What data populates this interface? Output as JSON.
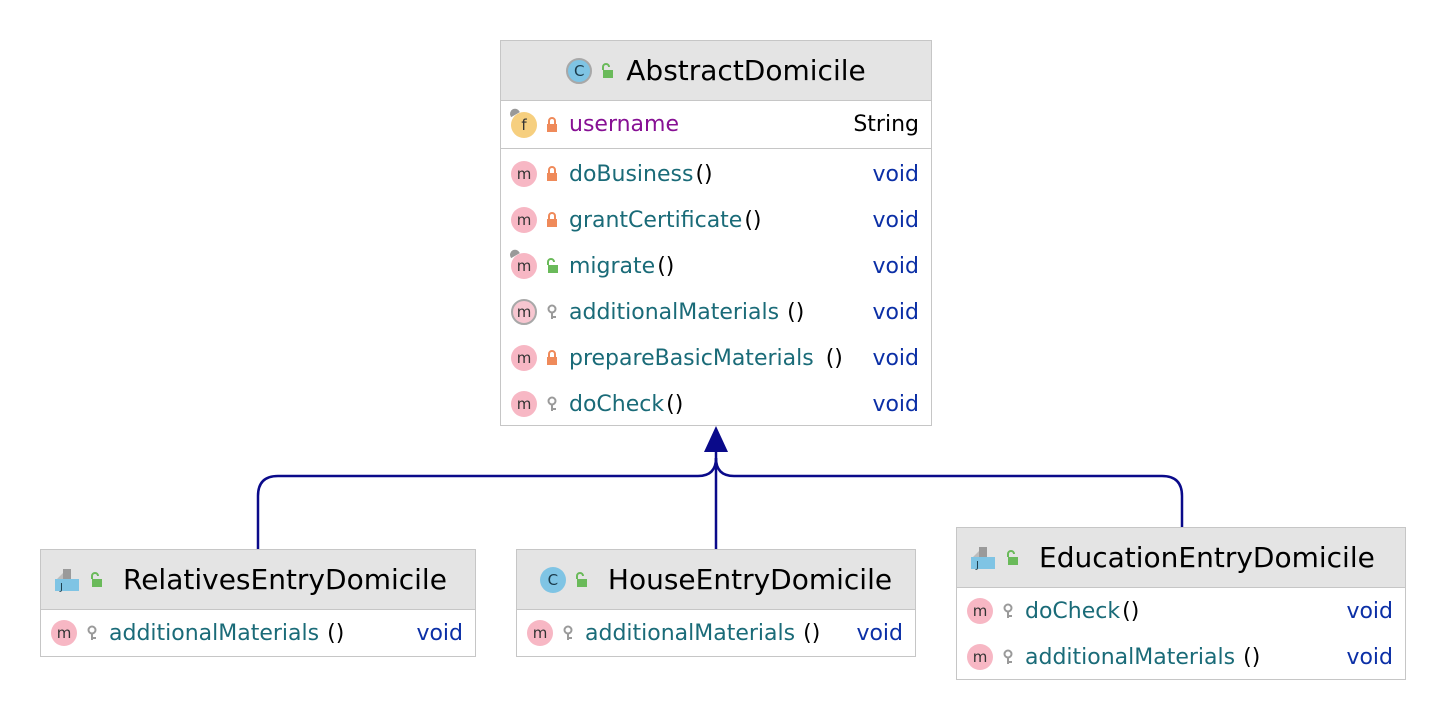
{
  "classes": {
    "abstract": {
      "name": "AbstractDomicile",
      "field": {
        "name": "username",
        "type": "String"
      },
      "methods": [
        {
          "name": "doBusiness",
          "params": "()",
          "type": "void"
        },
        {
          "name": "grantCertificate",
          "params": "()",
          "type": "void"
        },
        {
          "name": "migrate",
          "params": "()",
          "type": "void"
        },
        {
          "name": "additionalMaterials",
          "params": "()",
          "type": "void"
        },
        {
          "name": "prepareBasicMaterials",
          "params": "()",
          "type": "void"
        },
        {
          "name": "doCheck",
          "params": "()",
          "type": "void"
        }
      ]
    },
    "relatives": {
      "name": "RelativesEntryDomicile",
      "methods": [
        {
          "name": "additionalMaterials",
          "params": "()",
          "type": "void"
        }
      ]
    },
    "house": {
      "name": "HouseEntryDomicile",
      "methods": [
        {
          "name": "additionalMaterials",
          "params": "()",
          "type": "void"
        }
      ]
    },
    "education": {
      "name": "EducationEntryDomicile",
      "methods": [
        {
          "name": "doCheck",
          "params": "()",
          "type": "void"
        },
        {
          "name": "additionalMaterials",
          "params": "()",
          "type": "void"
        }
      ]
    }
  },
  "icons": {
    "class": "C",
    "method": "m",
    "field": "f",
    "java": "J"
  },
  "colors": {
    "edge": "#0a0a8a",
    "header": "#e4e4e4",
    "method_name": "#1a6b78",
    "field_name": "#871094",
    "type": "#0b2fa6"
  }
}
